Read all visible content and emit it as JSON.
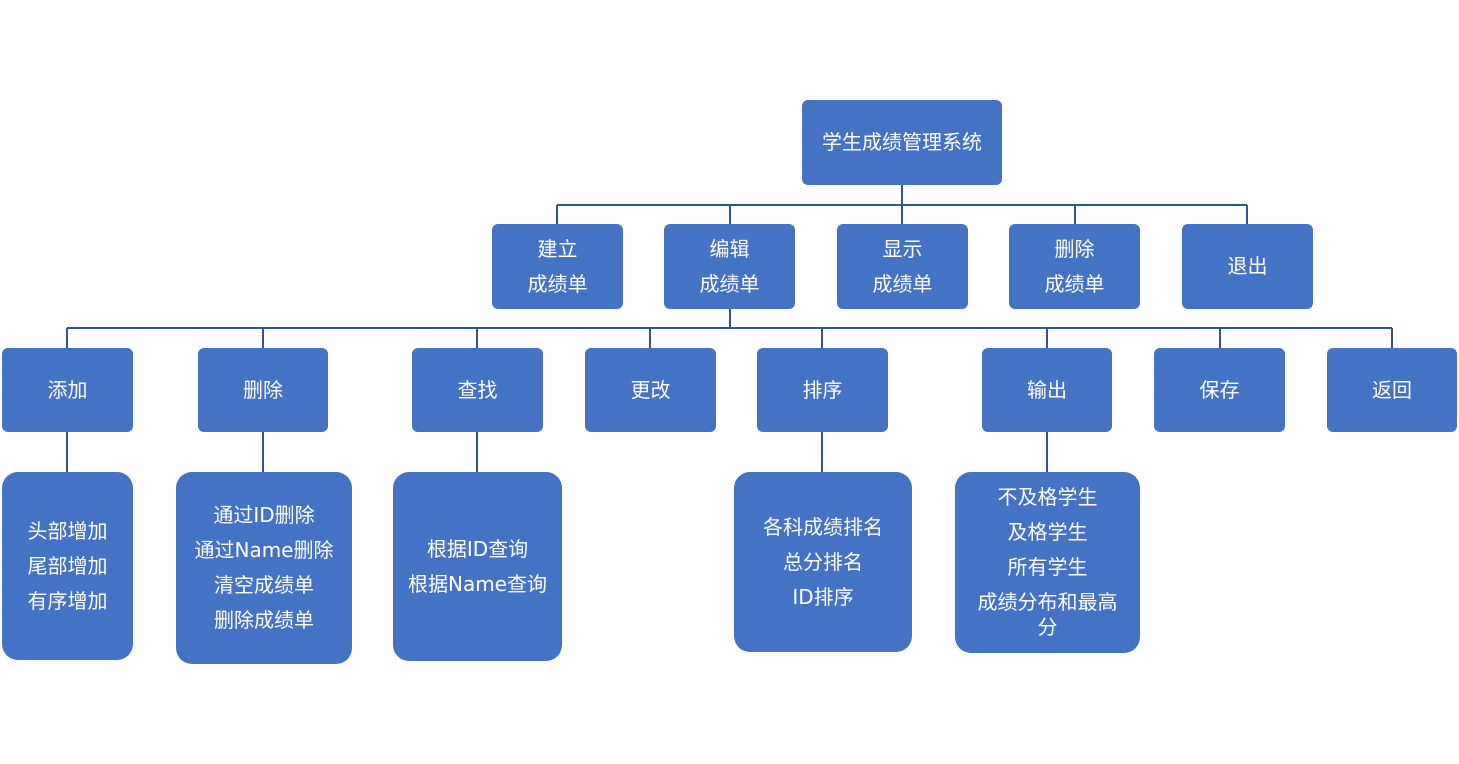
{
  "root": {
    "label": "学生成绩管理系统"
  },
  "level1": [
    {
      "lines": [
        "建立",
        "成绩单"
      ]
    },
    {
      "lines": [
        "编辑",
        "成绩单"
      ]
    },
    {
      "lines": [
        "显示",
        "成绩单"
      ]
    },
    {
      "lines": [
        "删除",
        "成绩单"
      ]
    },
    {
      "lines": [
        "退出"
      ]
    }
  ],
  "level2": [
    {
      "label": "添加"
    },
    {
      "label": "删除"
    },
    {
      "label": "查找"
    },
    {
      "label": "更改"
    },
    {
      "label": "排序"
    },
    {
      "label": "输出"
    },
    {
      "label": "保存"
    },
    {
      "label": "返回"
    }
  ],
  "level3": {
    "add": [
      "头部增加",
      "尾部增加",
      "有序增加"
    ],
    "delete": [
      "通过ID删除",
      "通过Name删除",
      "清空成绩单",
      "删除成绩单"
    ],
    "search": [
      "根据ID查询",
      "根据Name查询"
    ],
    "sort": [
      "各科成绩排名",
      "总分排名",
      "ID排序"
    ],
    "output": [
      "不及格学生",
      "及格学生",
      "所有学生",
      "成绩分布和最高分"
    ]
  },
  "colors": {
    "node_fill": "#4472c4",
    "node_text": "#ffffff",
    "connector": "#2f5597"
  }
}
